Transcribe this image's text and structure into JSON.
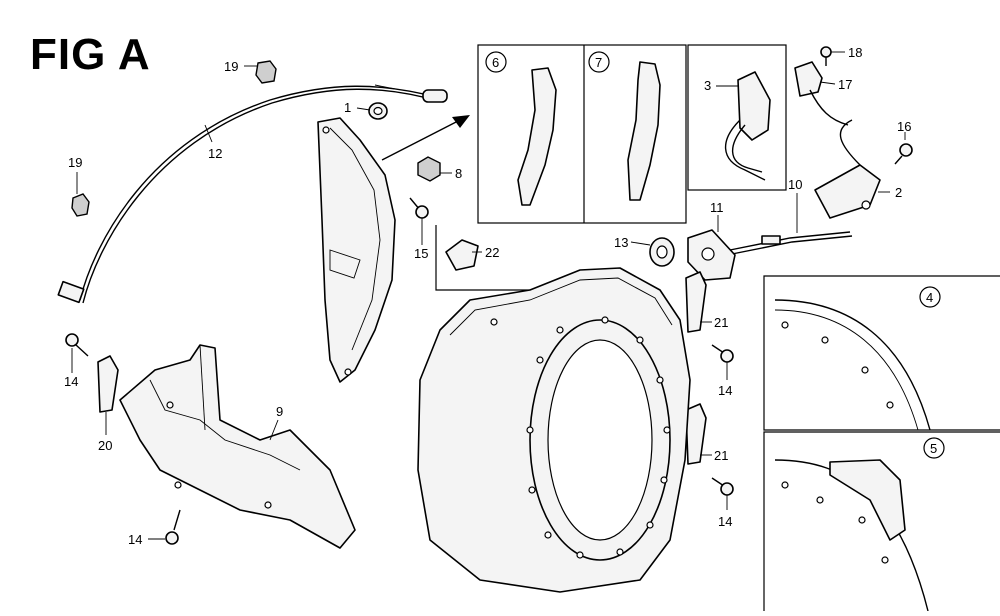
{
  "figure": {
    "title": "FIG A"
  },
  "callouts": [
    {
      "id": "c1",
      "text": "1"
    },
    {
      "id": "c2",
      "text": "2"
    },
    {
      "id": "c3",
      "text": "3"
    },
    {
      "id": "c4",
      "text": "4"
    },
    {
      "id": "c5",
      "text": "5"
    },
    {
      "id": "c6",
      "text": "6"
    },
    {
      "id": "c7",
      "text": "7"
    },
    {
      "id": "c8",
      "text": "8"
    },
    {
      "id": "c9",
      "text": "9"
    },
    {
      "id": "c10",
      "text": "10"
    },
    {
      "id": "c11",
      "text": "11"
    },
    {
      "id": "c12",
      "text": "12"
    },
    {
      "id": "c13",
      "text": "13"
    },
    {
      "id": "c14a",
      "text": "14"
    },
    {
      "id": "c14b",
      "text": "14"
    },
    {
      "id": "c14c",
      "text": "14"
    },
    {
      "id": "c14d",
      "text": "14"
    },
    {
      "id": "c15",
      "text": "15"
    },
    {
      "id": "c16",
      "text": "16"
    },
    {
      "id": "c17",
      "text": "17"
    },
    {
      "id": "c18",
      "text": "18"
    },
    {
      "id": "c19a",
      "text": "19"
    },
    {
      "id": "c19b",
      "text": "19"
    },
    {
      "id": "c20",
      "text": "20"
    },
    {
      "id": "c21a",
      "text": "21"
    },
    {
      "id": "c21b",
      "text": "21"
    },
    {
      "id": "c22",
      "text": "22"
    }
  ],
  "colors": {
    "line": "#000000",
    "background": "#ffffff",
    "fill": "#f4f4f4"
  }
}
